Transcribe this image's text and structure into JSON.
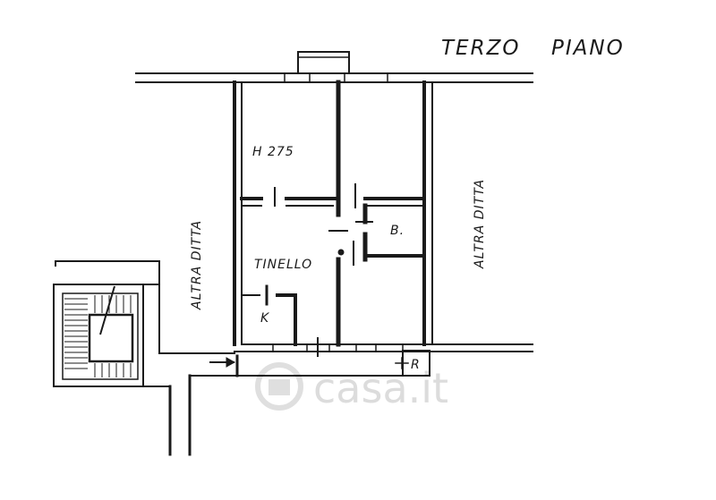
{
  "plan": {
    "title_a": "TERZO",
    "title_b": "PIANO",
    "rooms": {
      "height_label": "H 275",
      "tinello": "TINELLO",
      "bath": "B.",
      "kitchen": "K",
      "riscaldamento": "R"
    },
    "neighbor_left": "ALTRA DITTA",
    "neighbor_right": "ALTRA DITTA",
    "watermark": "casa.it"
  },
  "colors": {
    "ink": "#1a1a1a",
    "watermark": "#d9d9d9"
  }
}
